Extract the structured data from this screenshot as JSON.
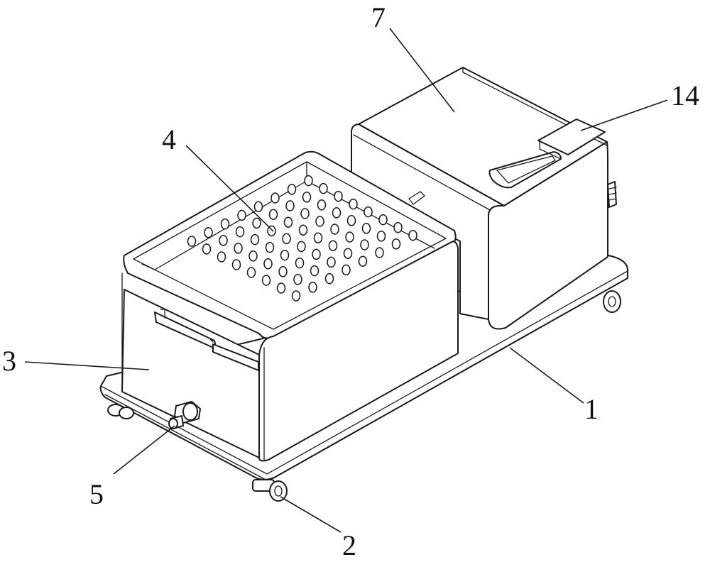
{
  "figure": {
    "background": "#ffffff",
    "line_color": "#1a1a1a",
    "callouts": {
      "base_plate": "1",
      "wheel": "2",
      "drawer": "3",
      "perforated_tray": "4",
      "drain_valve": "5",
      "tank": "7",
      "lid_handle": "14"
    }
  }
}
